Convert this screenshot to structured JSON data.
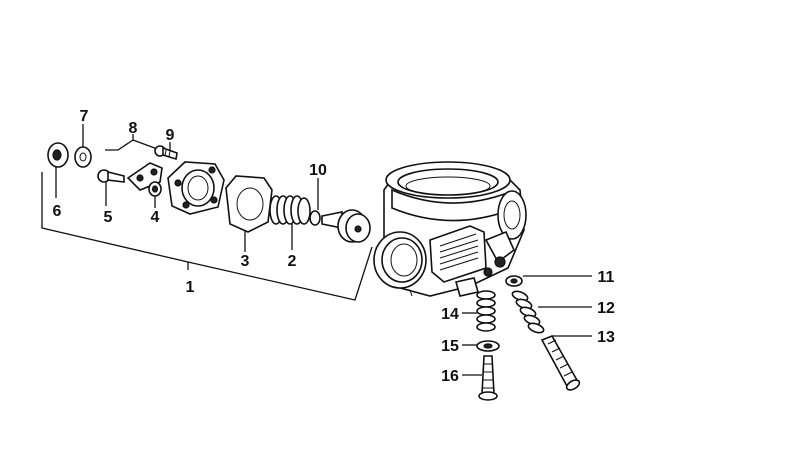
{
  "diagram": {
    "labels": {
      "l1": "1",
      "l2": "2",
      "l3": "3",
      "l4": "4",
      "l5": "5",
      "l6": "6",
      "l7": "7",
      "l8": "8",
      "l9": "9",
      "l10": "10",
      "l11": "11",
      "l12": "12",
      "l13": "13",
      "l14": "14",
      "l15": "15",
      "l16": "16"
    }
  }
}
